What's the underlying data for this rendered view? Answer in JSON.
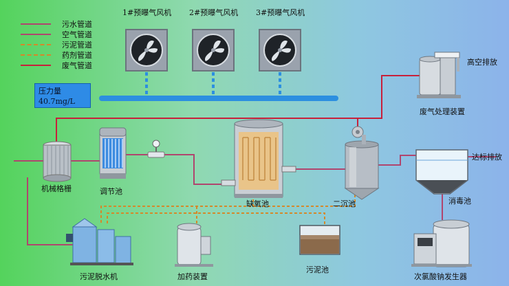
{
  "legend": [
    {
      "label": "污水管道",
      "color": "#b0456e",
      "style": "solid"
    },
    {
      "label": "空气管道",
      "color": "#b0456e",
      "style": "solid"
    },
    {
      "label": "污泥管道",
      "color": "#d4892a",
      "style": "dashed"
    },
    {
      "label": "药剂管道",
      "color": "#d4892a",
      "style": "dashed"
    },
    {
      "label": "废气管道",
      "color": "#c7203a",
      "style": "solid"
    }
  ],
  "fans": [
    {
      "label": "1#预曝气风机"
    },
    {
      "label": "2#预曝气风机"
    },
    {
      "label": "3#预曝气风机"
    }
  ],
  "pressure": {
    "title": "压力量",
    "value": "40.7mg/L"
  },
  "equipment": {
    "screen": "机械格栅",
    "regulating_tank": "调节池",
    "anoxic_tank": "缺氧池",
    "secondary_clarifier": "二沉池",
    "sludge_dewatering": "污泥脱水机",
    "dosing_device": "加药装置",
    "sludge_tank": "污泥池",
    "disinfection_tank": "消毒池",
    "chlorine_generator": "次氯酸钠发生器",
    "gas_treatment": "废气处理装置"
  },
  "outlets": {
    "high_discharge": "高空排放",
    "compliant_discharge": "达标排放"
  },
  "colors": {
    "sewage": "#b0456e",
    "air": "#2c8fe0",
    "sludge": "#d4892a",
    "exhaust": "#c7203a"
  }
}
